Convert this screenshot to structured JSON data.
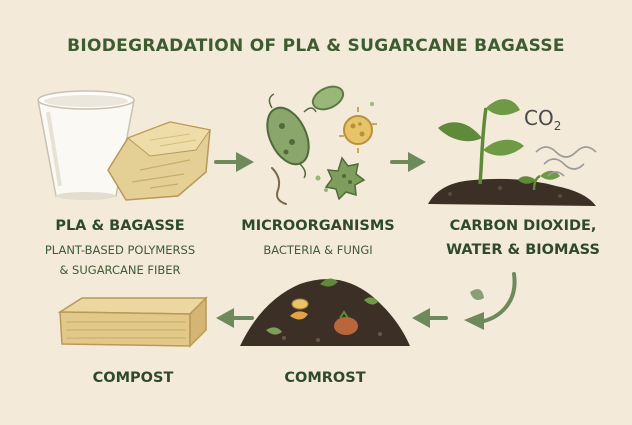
{
  "title": "BIODEGRADATION OF PLA & SUGARCANE BAGASSE",
  "stages": {
    "materials": {
      "title": "PLA & BAGASSE",
      "sub1": "PLANT-BASED POLYMERSS",
      "sub2": "& SUGARCANE FIBER"
    },
    "microbes": {
      "title": "MICROORGANISMS",
      "sub1": "BACTERIA & FUNGI"
    },
    "products": {
      "title1": "CARBON DIOXIDE,",
      "title2": "WATER & BIOMASS",
      "co2": "CO",
      "co2_sub": "2"
    },
    "comrost": {
      "title": "COMROST"
    },
    "compost": {
      "title": "COMPOST"
    }
  },
  "colors": {
    "background": "#f4ead9",
    "title": "#3d5c31",
    "arrow": "#6e8a5d",
    "soil": "#3b2f26",
    "leaf": "#5f8a3a",
    "bagasse": "#e4cf95"
  }
}
